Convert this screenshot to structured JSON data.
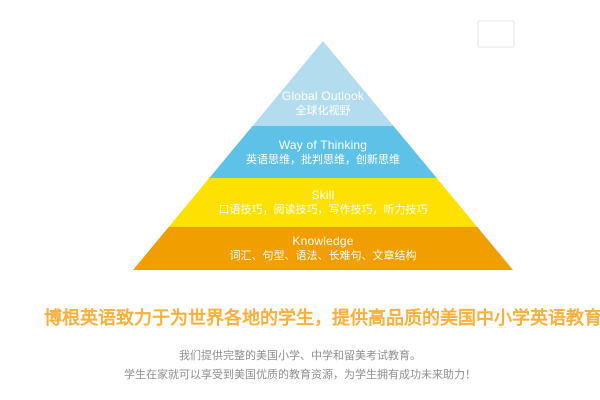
{
  "pyramid": {
    "levels": [
      {
        "title": "Global Outlook",
        "subtitle": "全球化视野",
        "color": "#b3dcef"
      },
      {
        "title": "Way of Thinking",
        "subtitle": "英语思维，批判思维，创新思维",
        "color": "#5ec1e8"
      },
      {
        "title": "Skill",
        "subtitle": "口语技巧，阅读技巧，写作技巧，听力技巧",
        "color": "#ffe100"
      },
      {
        "title": "Knowledge",
        "subtitle": "词汇、句型、语法、长难句、文章结构",
        "color": "#f09e00"
      }
    ],
    "text_color": "#ffffff"
  },
  "headline": {
    "text": "博根英语致力于为世界各地的学生，提供高品质的美国中小学英语教育",
    "color": "#fbb03b"
  },
  "description": {
    "line1": "我们提供完整的美国小学、中学和留美考试教育。",
    "line2": "学生在家就可以享受到美国优质的教育资源，为学生拥有成功未来助力！",
    "color": "#8f8f8f"
  }
}
